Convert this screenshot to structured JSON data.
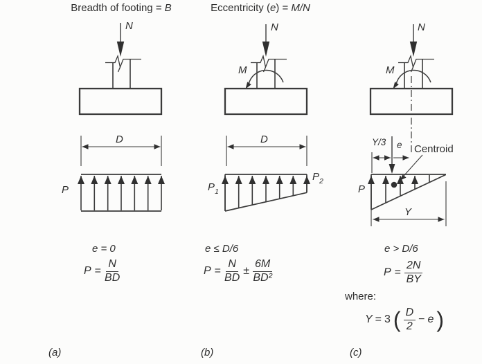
{
  "figure": {
    "bg_color": "#fcfcfb",
    "line_color": "#3a3a3a",
    "text_color": "#2e2e2e"
  },
  "titles": {
    "a": {
      "text": "Breadth of footing = ",
      "var": "B"
    },
    "b": {
      "p1": "Eccentricity (",
      "v1": "e",
      "p2": ") = ",
      "v2": "M/N"
    }
  },
  "panel_a": {
    "load_label": "N",
    "dim_label": "D",
    "pressure_label": "P",
    "condition": "e = 0",
    "formula": {
      "lhs": "P",
      "eq": "=",
      "num": "N",
      "den": "BD"
    },
    "caption": "(a)"
  },
  "panel_b": {
    "load_label": "N",
    "moment_label": "M",
    "dim_label": "D",
    "pressure_left": {
      "base": "P",
      "sub": "1"
    },
    "pressure_right": {
      "base": "P",
      "sub": "2"
    },
    "condition": "e ≤ D/6",
    "formula": {
      "lhs": "P",
      "eq": "=",
      "num1": "N",
      "den1": "BD",
      "op": "±",
      "num2": "6M",
      "den2": "BD²"
    },
    "caption": "(b)"
  },
  "panel_c": {
    "load_label": "N",
    "moment_label": "M",
    "y3_label": "Y/3",
    "e_label": "e",
    "centroid_label": "Centroid",
    "pressure_label": "P",
    "y_label": "Y",
    "condition": "e > D/6",
    "formula": {
      "lhs": "P",
      "eq": "=",
      "num": "2N",
      "den": "BY"
    },
    "where_label": "where:",
    "where_formula": {
      "lhs": "Y",
      "eq": "=",
      "coef": "3",
      "open": "(",
      "num": "D",
      "den": "2",
      "op": "−",
      "var": "e",
      "close": ")"
    },
    "caption": "(c)"
  }
}
